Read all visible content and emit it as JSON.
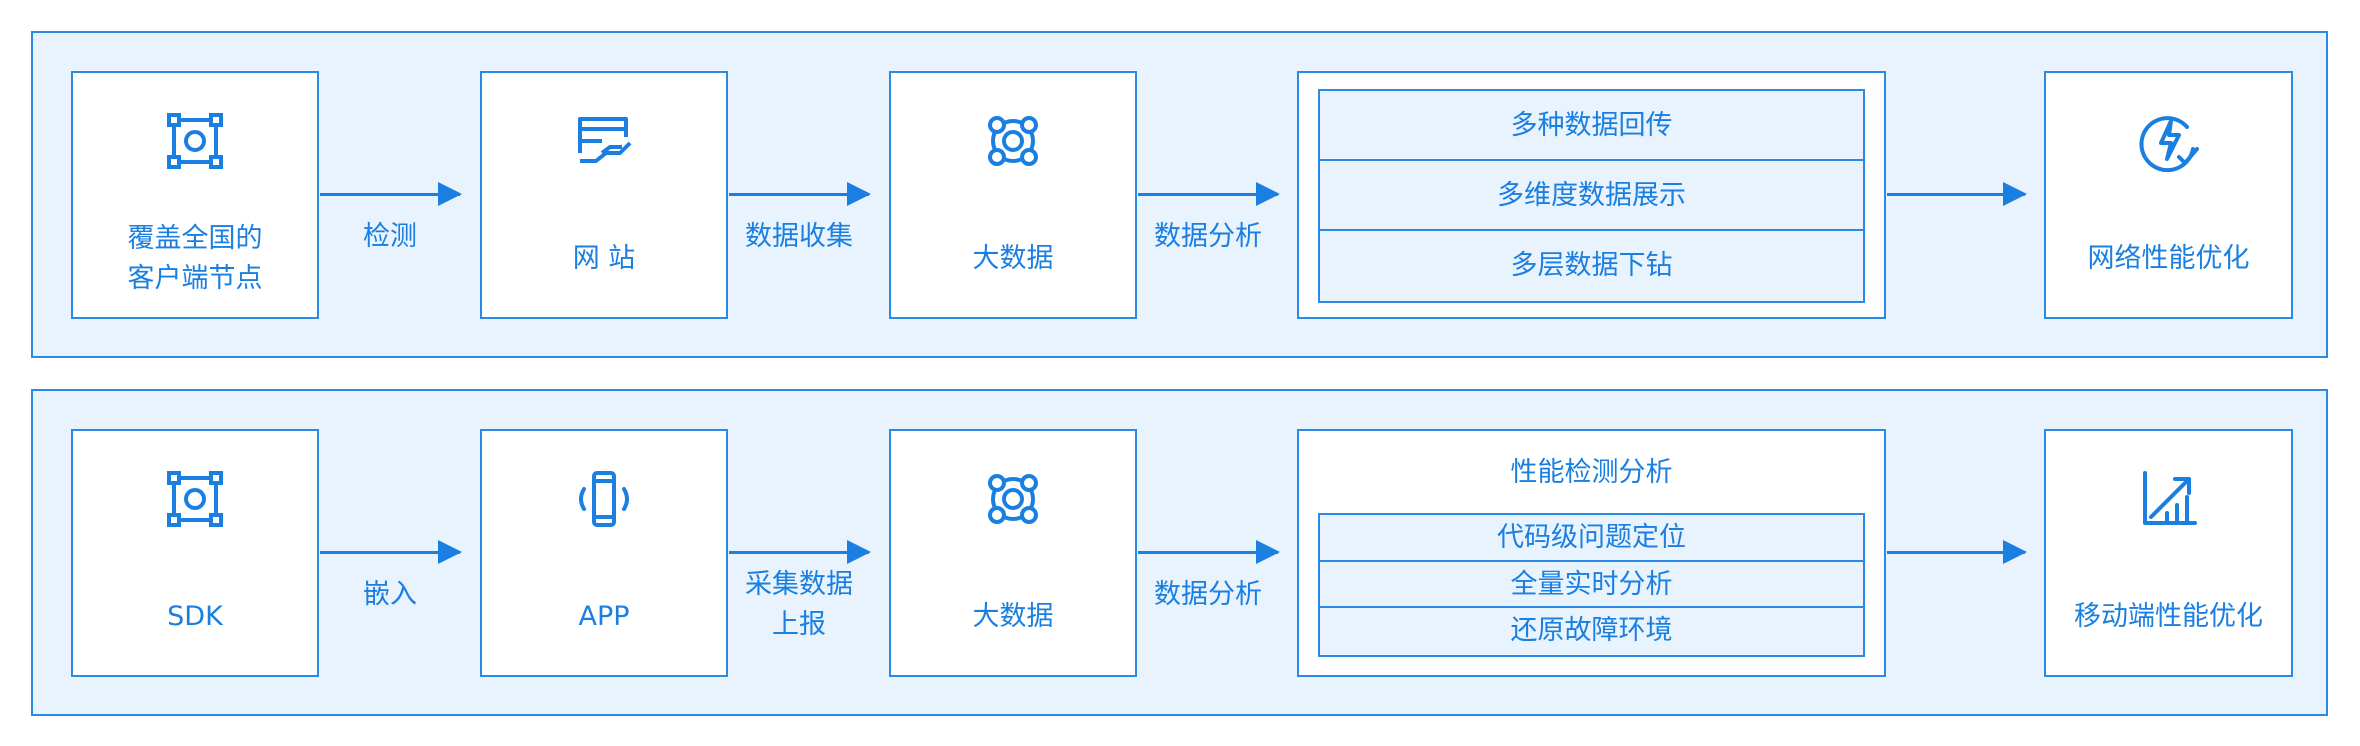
{
  "colors": {
    "accent": "#1a7fe0",
    "panel_bg": "#e8f3fd",
    "border": "#2b8ae6"
  },
  "rows": [
    {
      "boxes": [
        {
          "icon": "node-frame-icon",
          "label": "覆盖全国的\n客户端节点"
        },
        {
          "icon": "website-hand-icon",
          "label": "网    站"
        },
        {
          "icon": "big-data-ring-icon",
          "label": "大数据"
        },
        {
          "items": [
            "多种数据回传",
            "多维度数据展示",
            "多层数据下钻"
          ]
        },
        {
          "icon": "lightning-check-icon",
          "label": "网络性能优化"
        }
      ],
      "arrows": [
        "检测",
        "数据收集",
        "数据分析"
      ]
    },
    {
      "boxes": [
        {
          "icon": "node-frame-icon",
          "label": "SDK"
        },
        {
          "icon": "mobile-phone-icon",
          "label": "APP"
        },
        {
          "icon": "big-data-ring-icon",
          "label": "大数据"
        },
        {
          "title": "性能检测分析",
          "items": [
            "代码级问题定位",
            "全量实时分析",
            "还原故障环境"
          ]
        },
        {
          "icon": "growth-chart-icon",
          "label": "移动端性能优化"
        }
      ],
      "arrows": [
        "嵌入",
        "采集数据\n上报",
        "数据分析"
      ]
    }
  ]
}
